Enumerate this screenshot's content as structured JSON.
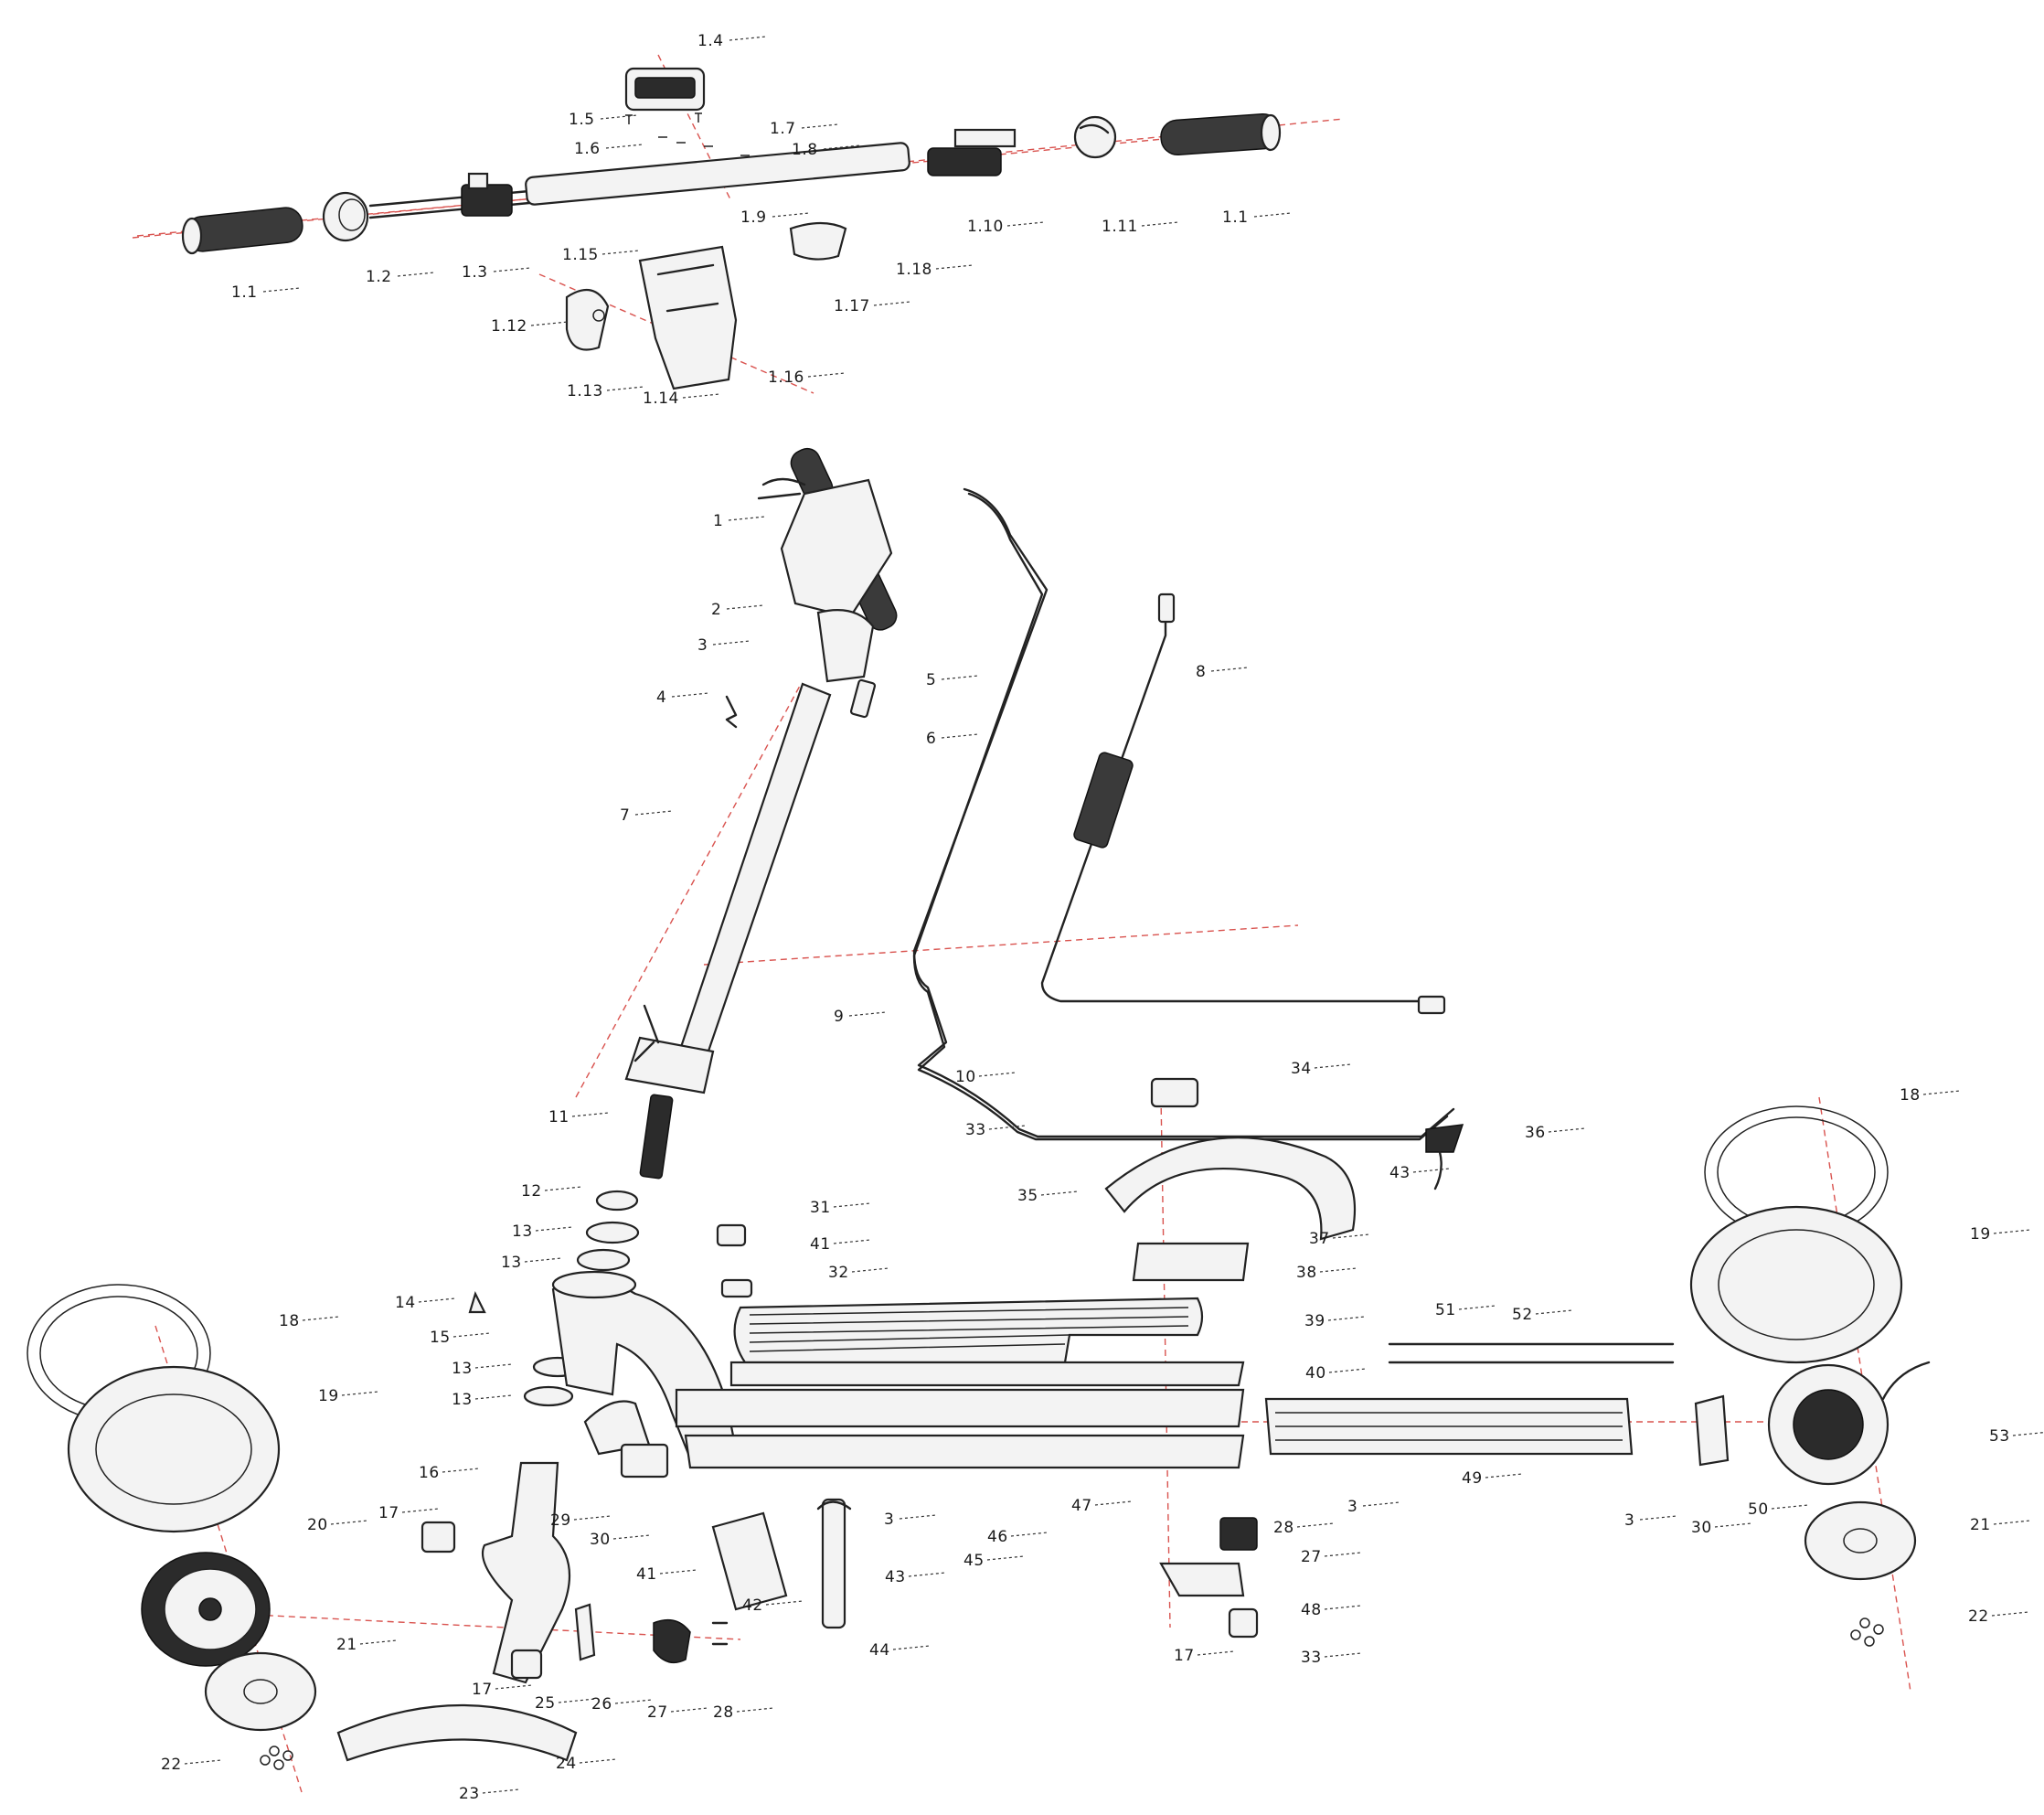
{
  "colors": {
    "background": "#ffffff",
    "line": "#222222",
    "axis": "#d9534f",
    "label": "#1a1a1a"
  },
  "labels": {
    "handlebar": [
      "1.1",
      "1.2",
      "1.3",
      "1.4",
      "1.5",
      "1.6",
      "1.7",
      "1.8",
      "1.9",
      "1.10",
      "1.11",
      "1.1",
      "1.12",
      "1.13",
      "1.14",
      "1.15",
      "1.16",
      "1.17",
      "1.18"
    ],
    "main": [
      "1",
      "2",
      "3",
      "4",
      "5",
      "6",
      "7",
      "8",
      "9",
      "10",
      "11",
      "12",
      "13",
      "13",
      "14",
      "15",
      "13",
      "13",
      "16",
      "17",
      "17",
      "18",
      "19",
      "20",
      "21",
      "22",
      "23",
      "24",
      "25",
      "26",
      "27",
      "28",
      "29",
      "30",
      "41",
      "42",
      "3",
      "43",
      "44",
      "46",
      "45",
      "47",
      "31",
      "41",
      "32",
      "39",
      "40",
      "33",
      "34",
      "35",
      "37",
      "38",
      "36",
      "43",
      "51",
      "52",
      "49",
      "3",
      "28",
      "27",
      "48",
      "17",
      "33",
      "3",
      "30",
      "50",
      "18",
      "19",
      "53",
      "21",
      "22"
    ]
  }
}
